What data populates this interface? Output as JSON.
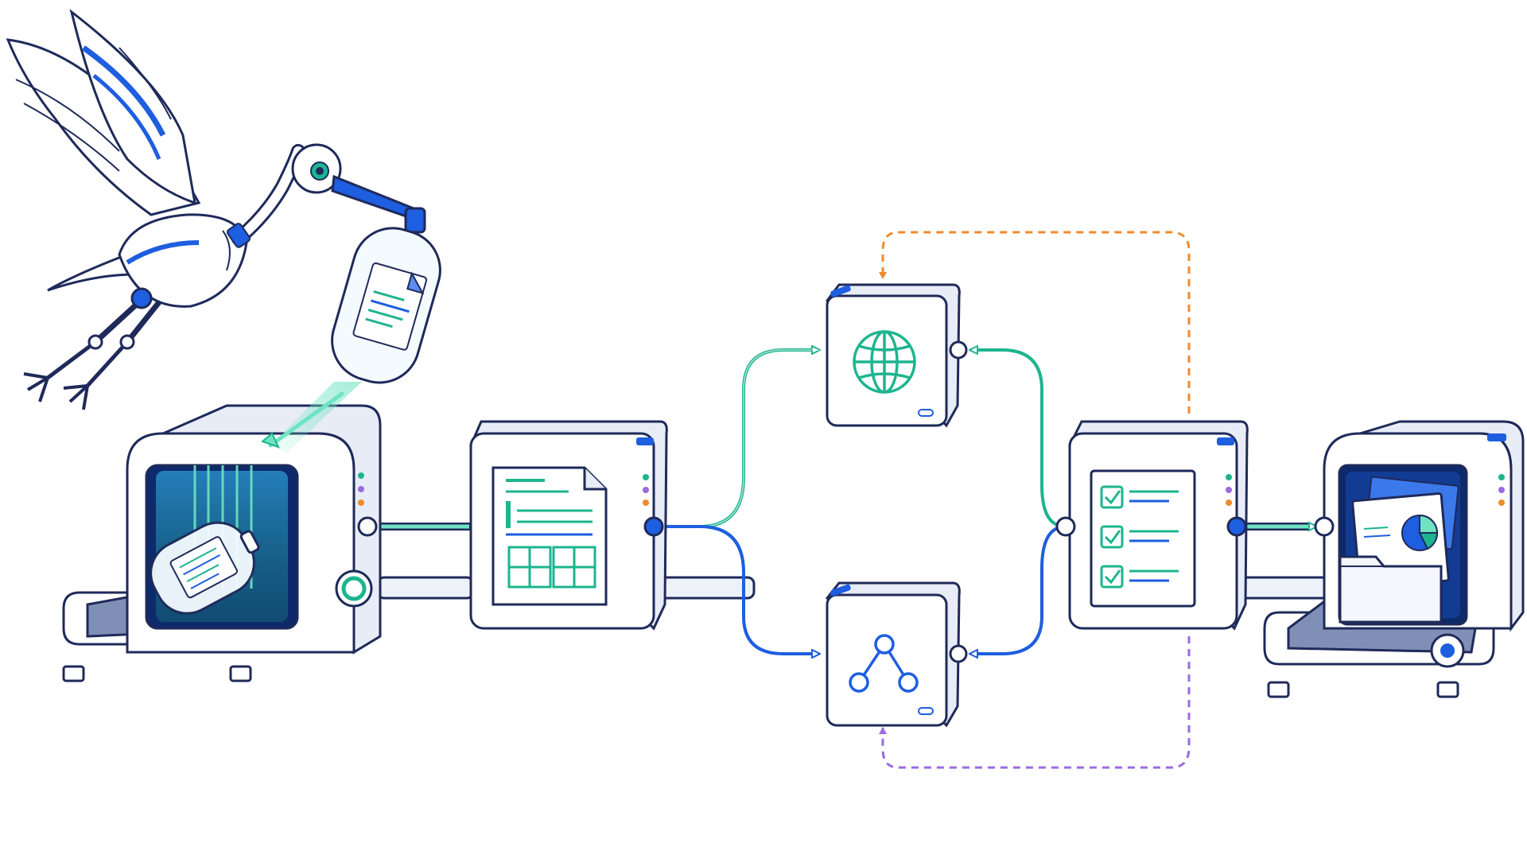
{
  "colors": {
    "outline": "#1f2a5a",
    "body": "#ffffff",
    "side": "#e8ecf6",
    "blue": "#1e5ee0",
    "blue_light": "#5b8cf0",
    "green": "#1db58f",
    "green_light": "#6fe3c2",
    "orange": "#f08a2c",
    "purple": "#9a6be0",
    "belt": "#7f8fb6",
    "pipe_gray": "#c9d1e6"
  },
  "nodes": [
    {
      "id": "ingest-scanner",
      "icon": "scanner-icon"
    },
    {
      "id": "document-parser",
      "icon": "document-layout-icon"
    },
    {
      "id": "web-processor",
      "icon": "globe-icon"
    },
    {
      "id": "graph-processor",
      "icon": "graph-nodes-icon"
    },
    {
      "id": "validation-checker",
      "icon": "checklist-icon"
    },
    {
      "id": "report-output",
      "icon": "pie-chart-folder-icon"
    }
  ],
  "edges": [
    {
      "from": "ingest-scanner",
      "to": "document-parser",
      "style": "solid",
      "color": "green"
    },
    {
      "from": "document-parser",
      "to": "web-processor",
      "style": "solid",
      "color": "green"
    },
    {
      "from": "document-parser",
      "to": "graph-processor",
      "style": "solid",
      "color": "blue"
    },
    {
      "from": "validation-checker",
      "to": "web-processor",
      "style": "solid",
      "color": "green"
    },
    {
      "from": "validation-checker",
      "to": "graph-processor",
      "style": "solid",
      "color": "blue"
    },
    {
      "from": "validation-checker",
      "to": "report-output",
      "style": "solid",
      "color": "green"
    },
    {
      "from": "web-processor",
      "to": "validation-checker",
      "style": "dashed",
      "color": "orange"
    },
    {
      "from": "validation-checker",
      "to": "graph-processor",
      "style": "dashed",
      "color": "purple"
    }
  ],
  "mascot": {
    "icon": "robotic-heron-icon",
    "carrying": "document-capsule-icon"
  }
}
